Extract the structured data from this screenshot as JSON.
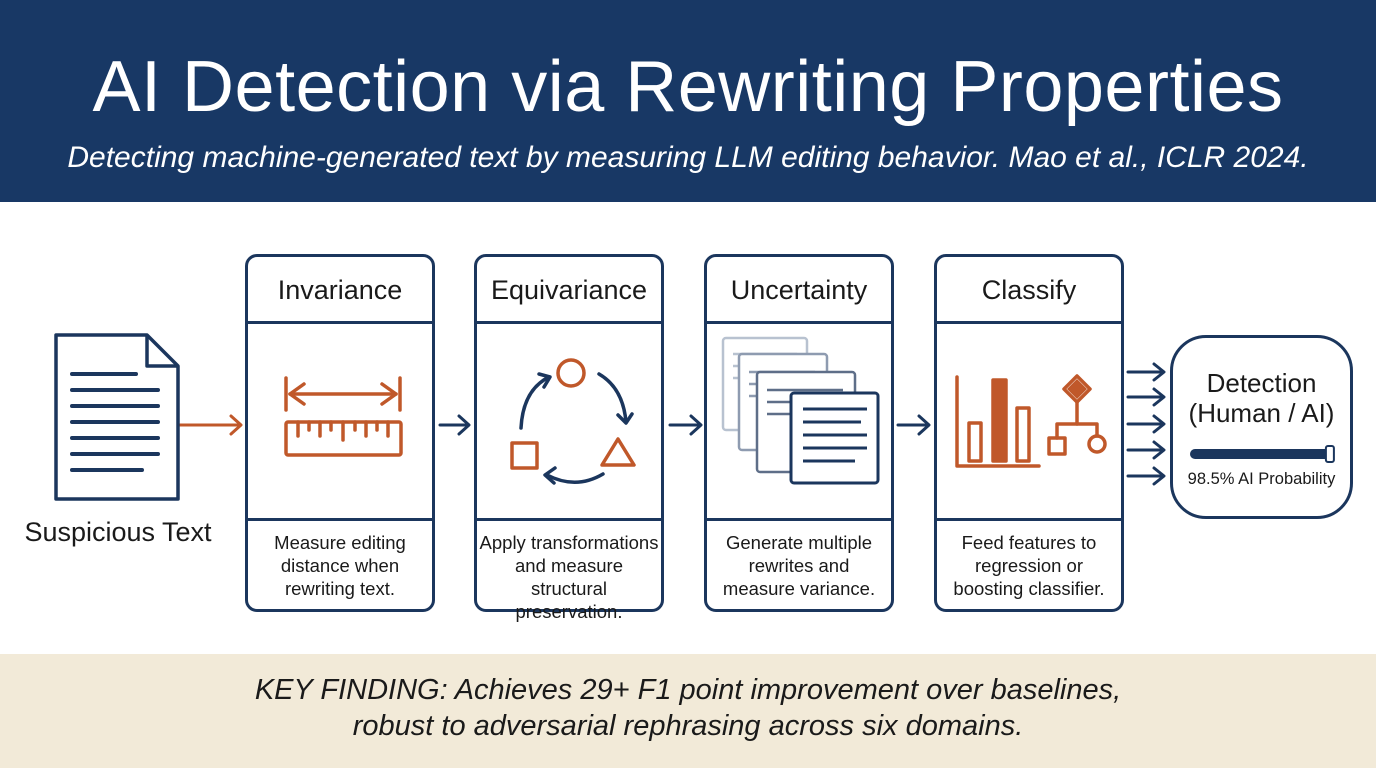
{
  "header": {
    "title": "AI Detection via Rewriting Properties",
    "subtitle": "Detecting machine-generated text by measuring LLM editing behavior. Mao et al., ICLR 2024."
  },
  "input": {
    "label": "Suspicious Text",
    "icon": "document-icon"
  },
  "stages": [
    {
      "title": "Invariance",
      "icon": "ruler-icon",
      "description": [
        "Measure editing",
        "distance when",
        "rewriting text."
      ]
    },
    {
      "title": "Equivariance",
      "icon": "transform-cycle-icon",
      "description": [
        "Apply transformations",
        "and measure",
        "structural preservation."
      ]
    },
    {
      "title": "Uncertainty",
      "icon": "stacked-documents-icon",
      "description": [
        "Generate multiple",
        "rewrites and",
        "measure variance."
      ]
    },
    {
      "title": "Classify",
      "icon": "classifier-icon",
      "description": [
        "Feed features to",
        "regression or",
        "boosting classifier."
      ]
    }
  ],
  "output": {
    "title_line1": "Detection",
    "title_line2": "(Human / AI)",
    "probability_label": "98.5% AI Probability",
    "probability_value": 0.985
  },
  "footer": {
    "line1": "KEY FINDING: Achieves 29+ F1 point improvement over baselines,",
    "line2": "robust to adversarial rephrasing across six domains."
  },
  "colors": {
    "header_bg": "#183865",
    "navy": "#1b365d",
    "accent_orange": "#c0582a",
    "footer_bg": "#f2ead8"
  }
}
